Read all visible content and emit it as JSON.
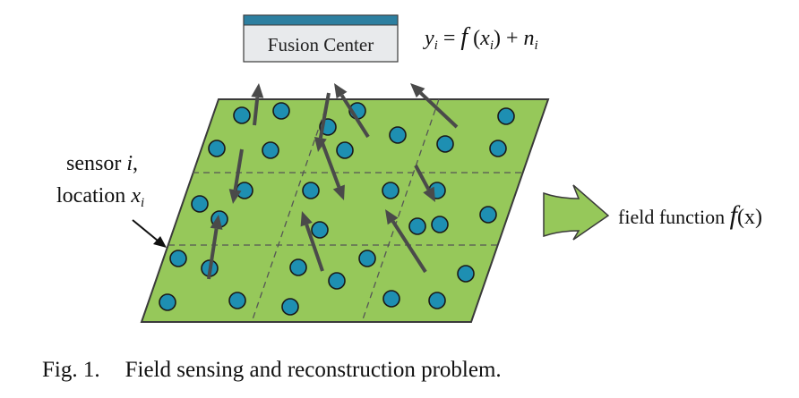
{
  "fusion_center": {
    "label": "Fusion Center",
    "bar_color": "#2d7fa0",
    "box_color": "#e8eaec"
  },
  "equation": {
    "lhs_var": "y",
    "lhs_sub": "i",
    "eq": " = ",
    "func": "f",
    "open": " (",
    "arg": "x",
    "arg_sub": "i",
    "close": ")",
    "plus": " + ",
    "noise": "n",
    "noise_sub": "i"
  },
  "sensor_label": {
    "line1": "sensor ",
    "line1_var": "i",
    "line1_end": ",",
    "line2": "location ",
    "line2_var": "x",
    "line2_sub": "i"
  },
  "field_label": {
    "text": "field function ",
    "func": "f",
    "arg": "(x)"
  },
  "caption": {
    "fig": "Fig. 1.",
    "text": "Field sensing and reconstruction problem."
  },
  "colors": {
    "field_fill": "#96c85a",
    "field_stroke": "#3a3a3a",
    "sensor_fill": "#1e8fb2",
    "sensor_stroke": "#1a1a1a",
    "arrow": "#4a4a4a",
    "grid": "#555555"
  }
}
